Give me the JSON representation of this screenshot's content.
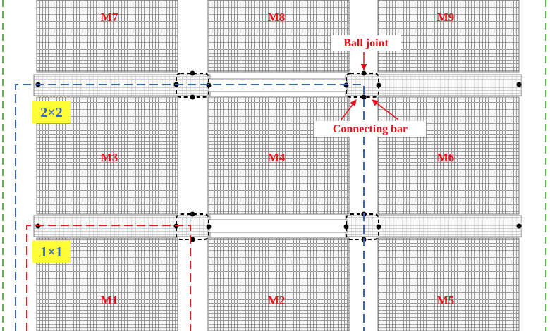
{
  "modules": {
    "m7": "M7",
    "m8": "M8",
    "m9": "M9",
    "m3": "M3",
    "m4": "M4",
    "m6": "M6",
    "m1": "M1",
    "m2": "M2",
    "m5": "M5"
  },
  "labels": {
    "ball_joint": "Ball joint",
    "connecting_bar": "Connecting bar",
    "group_2x2": "2×2",
    "group_1x1": "1×1"
  },
  "colors": {
    "module_label": "#e8101a",
    "annotation": "#e8101a",
    "green_border": "#5fb84a",
    "blue_border": "#3a63c9",
    "red_border": "#e02020",
    "badge_fill": "#ffff33",
    "badge_text": "#2f64d6",
    "grid_line": "#9a9a9a",
    "joint": "#000000"
  }
}
